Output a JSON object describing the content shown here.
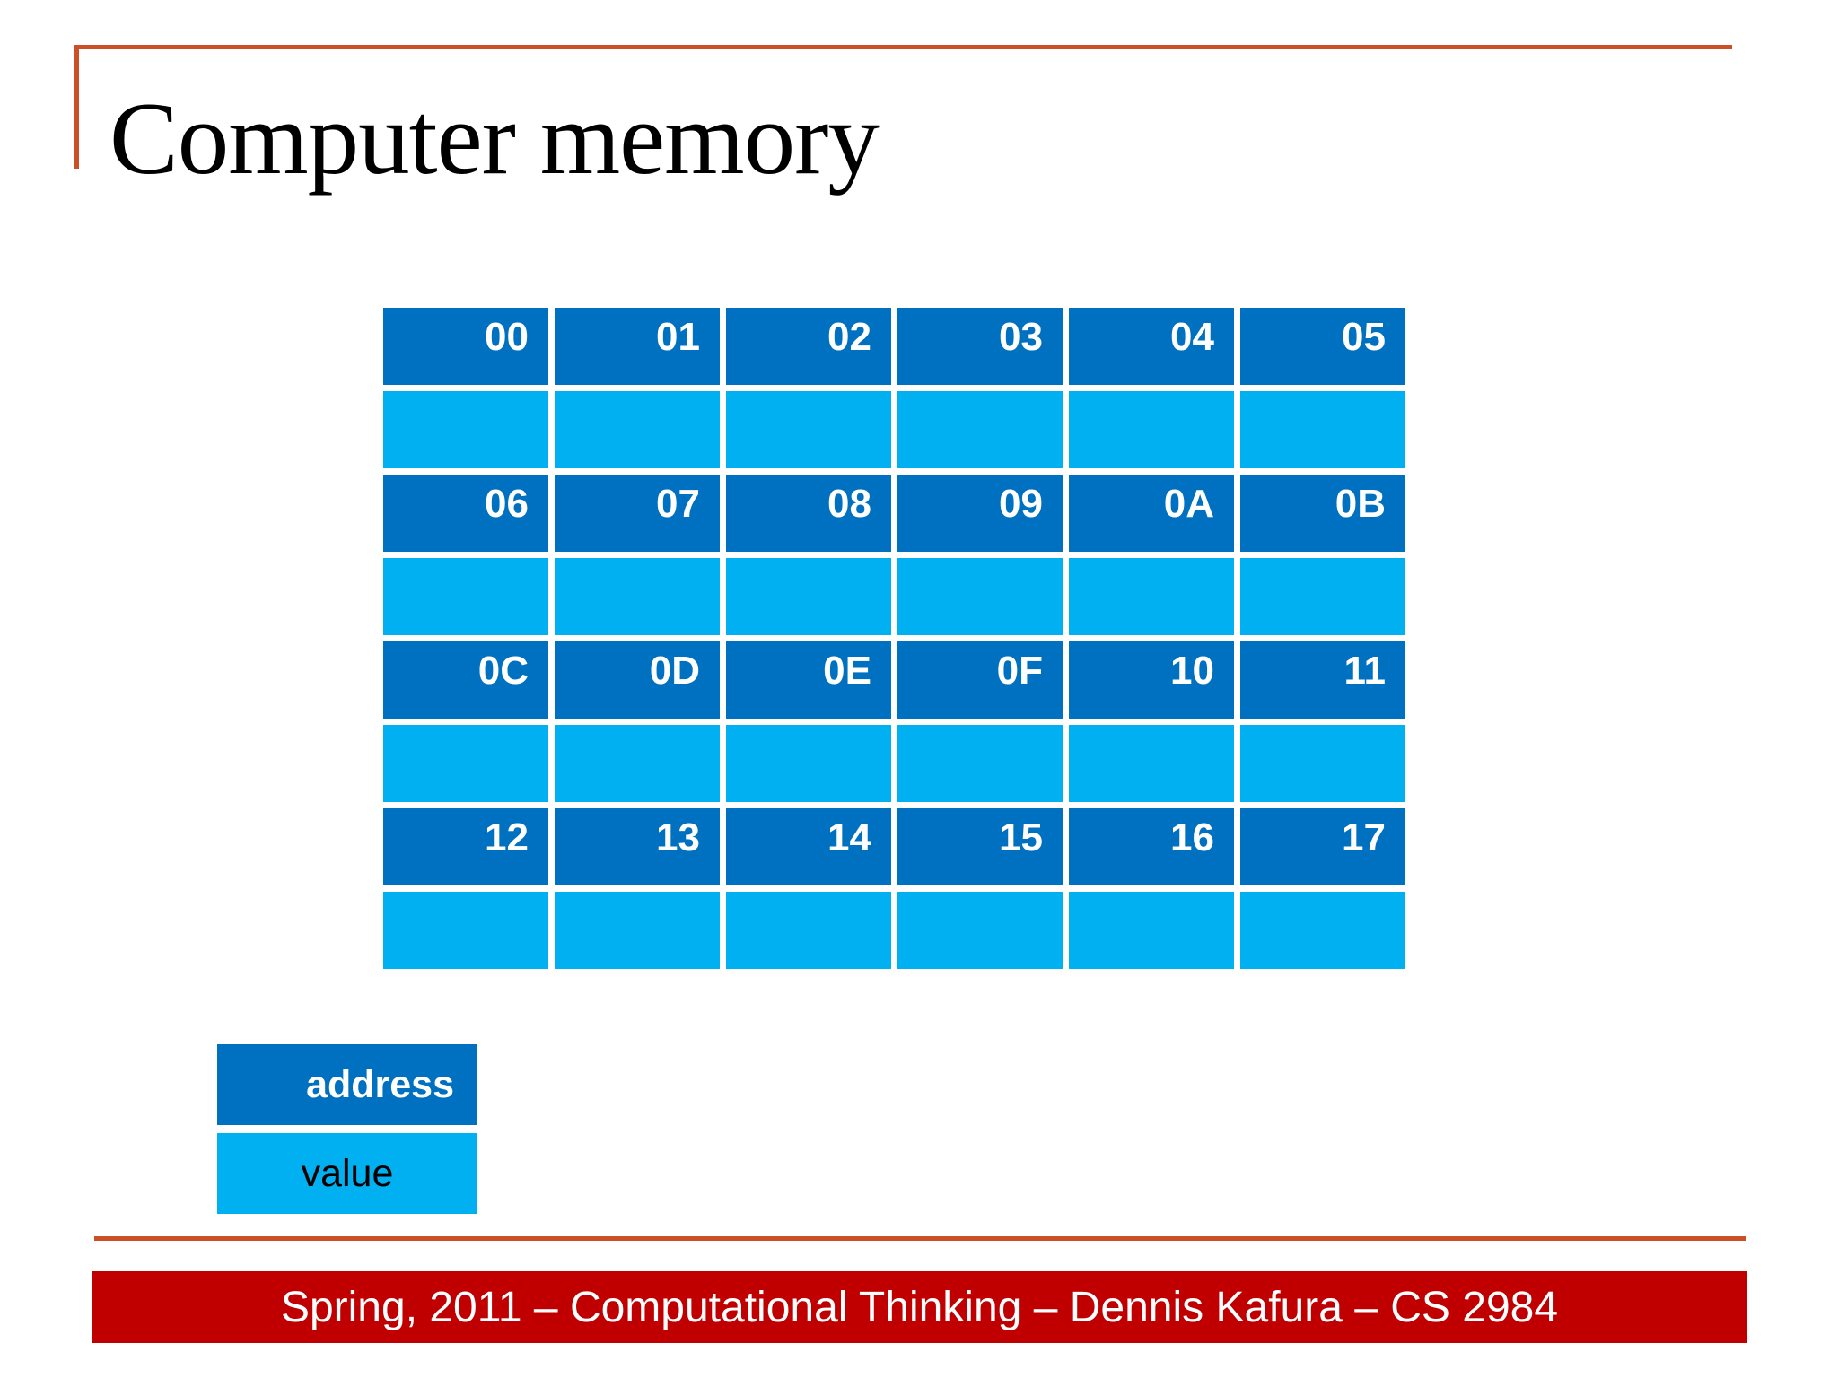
{
  "slide": {
    "title": "Computer memory",
    "footer_text": "Spring, 2011 – Computational Thinking – Dennis Kafura – CS 2984"
  },
  "memory_table": {
    "columns": 6,
    "rows": [
      {
        "type": "address",
        "cells": [
          "00",
          "01",
          "02",
          "03",
          "04",
          "05"
        ]
      },
      {
        "type": "value",
        "cells": [
          "",
          "",
          "",
          "",
          "",
          ""
        ]
      },
      {
        "type": "address",
        "cells": [
          "06",
          "07",
          "08",
          "09",
          "0A",
          "0B"
        ]
      },
      {
        "type": "value",
        "cells": [
          "",
          "",
          "",
          "",
          "",
          ""
        ]
      },
      {
        "type": "address",
        "cells": [
          "0C",
          "0D",
          "0E",
          "0F",
          "10",
          "11"
        ]
      },
      {
        "type": "value",
        "cells": [
          "",
          "",
          "",
          "",
          "",
          ""
        ]
      },
      {
        "type": "address",
        "cells": [
          "12",
          "13",
          "14",
          "15",
          "16",
          "17"
        ]
      },
      {
        "type": "value",
        "cells": [
          "",
          "",
          "",
          "",
          "",
          ""
        ]
      }
    ]
  },
  "legend": {
    "address_label": "address",
    "value_label": "value"
  },
  "colors": {
    "address_fill": "#0070C0",
    "value_fill": "#00B0F0",
    "accent_line": "#CB4F27",
    "footer_bar": "#C00000",
    "title_text": "#000000"
  }
}
